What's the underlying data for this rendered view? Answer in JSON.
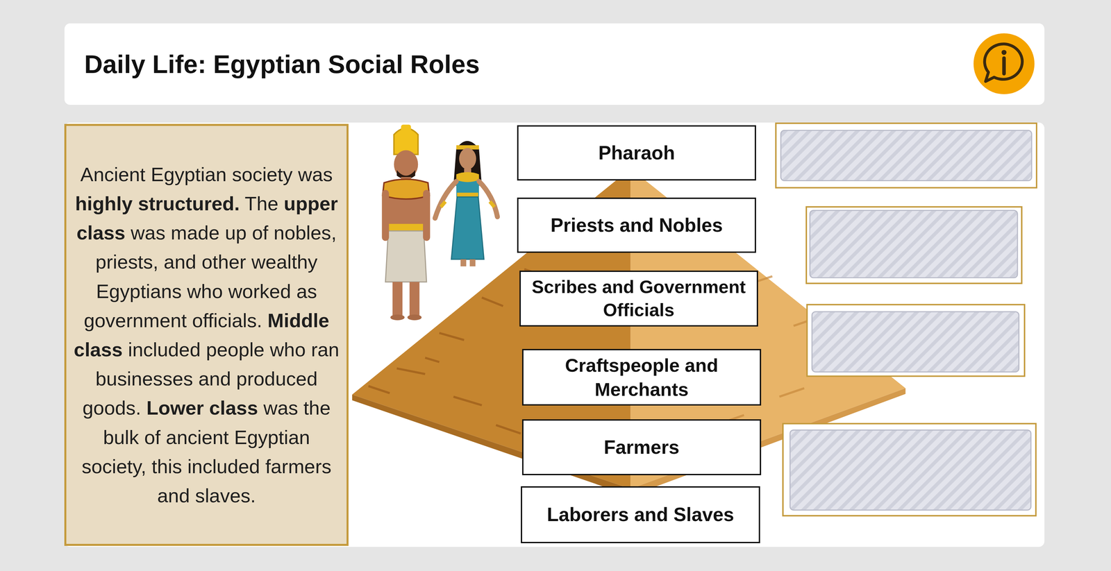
{
  "diagram": {
    "title": "Daily Life: Egyptian Social Roles",
    "nodes": [
      {
        "text": [
          "Ancient Egyptian society was",
          "highly structured.",
          "The",
          "upper class",
          "was made up of nobles, priests, and other wealthy Egyptians who worked as government officials.",
          "Middle class",
          "included people who ran businesses and produced goods.",
          "Lower class",
          "was the bulk of ancient Egyptian society, this included farmers and slaves."
        ]
      },
      {
        "text": [
          "Pharaoh"
        ]
      },
      {
        "text": [
          "Priests and Nobles"
        ]
      },
      {
        "text": [
          "Scribes and Government Officials"
        ]
      },
      {
        "text": [
          "Craftspeople and Merchants"
        ]
      },
      {
        "text": [
          "Farmers"
        ]
      },
      {
        "text": [
          "Laborers and Slaves"
        ]
      }
    ]
  }
}
